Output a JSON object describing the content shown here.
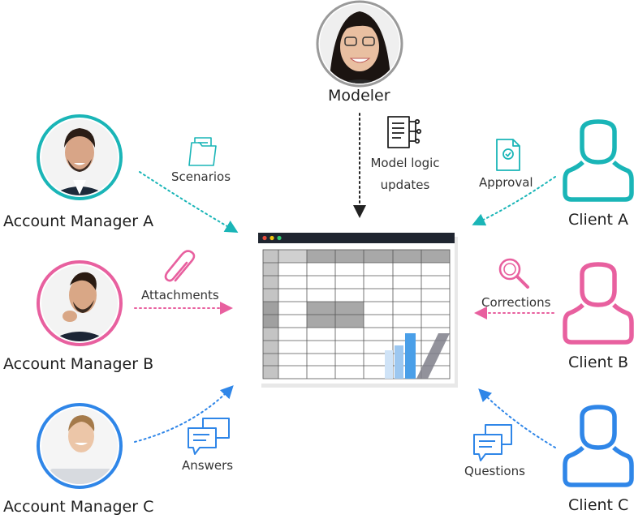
{
  "colors": {
    "teal": "#1ab5b7",
    "pink": "#e8609f",
    "blue": "#2f86e8",
    "gray_ring": "#8c8c8c",
    "dark": "#222222"
  },
  "people": {
    "modeler": "Modeler",
    "am_a": "Account Manager A",
    "am_b": "Account Manager B",
    "am_c": "Account Manager C",
    "client_a": "Client A",
    "client_b": "Client B",
    "client_c": "Client C"
  },
  "flows": {
    "scenarios": "Scenarios",
    "attachments": "Attachments",
    "answers": "Answers",
    "model_logic_1": "Model logic",
    "model_logic_2": "updates",
    "approval": "Approval",
    "corrections": "Corrections",
    "questions": "Questions"
  },
  "icons": {
    "scenarios": "folder-icon",
    "attachments": "paperclip-icon",
    "answers": "chat-bubbles-icon",
    "model_logic": "document-flow-icon",
    "approval": "document-check-icon",
    "corrections": "magnifier-icon",
    "questions": "chat-bubbles-icon",
    "client": "user-outline-icon"
  }
}
